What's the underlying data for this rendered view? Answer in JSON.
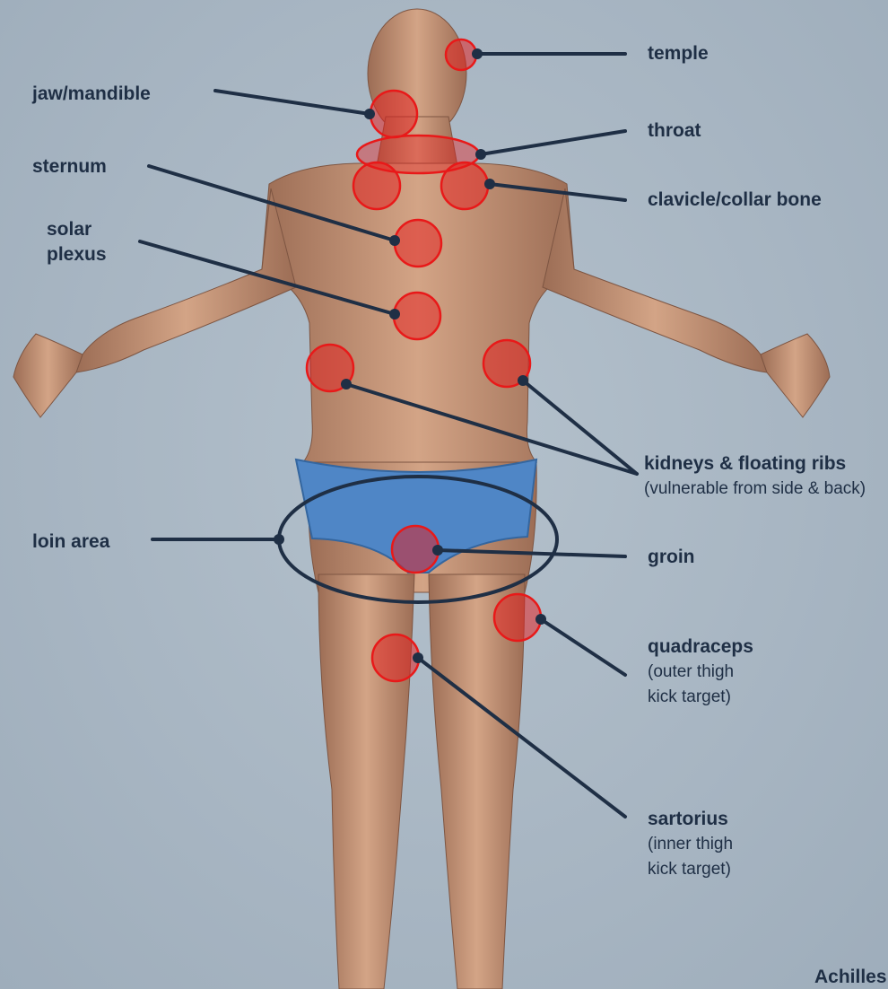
{
  "labels": {
    "temple": "temple",
    "jaw": "jaw/mandible",
    "throat": "throat",
    "sternum": "sternum",
    "clavicle": "clavicle/collar bone",
    "solar_1": "solar",
    "solar_2": "plexus",
    "kidneys": "kidneys & floating ribs",
    "kidneys_note": "(vulnerable from side & back)",
    "loin": "loin area",
    "groin": "groin",
    "quadraceps": "quadraceps",
    "quadraceps_note_1": "(outer thigh",
    "quadraceps_note_2": "kick target)",
    "sartorius": "sartorius",
    "sartorius_note_1": "(inner thigh",
    "sartorius_note_2": "kick target)",
    "achilles": "Achilles"
  },
  "colors": {
    "target_fill": "#e8191980",
    "target_stroke": "#e81919",
    "leader": "#1f2f45",
    "briefs": "#4f86c6",
    "skin": "#c8977a"
  }
}
